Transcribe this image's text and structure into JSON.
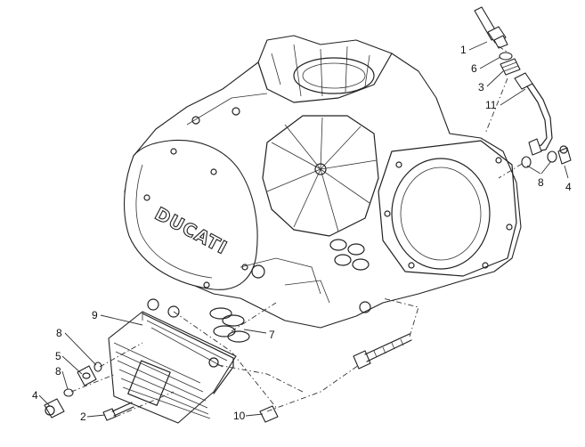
{
  "callouts": [
    {
      "id": "c1",
      "label": "1"
    },
    {
      "id": "c6",
      "label": "6"
    },
    {
      "id": "c3",
      "label": "3"
    },
    {
      "id": "c11",
      "label": "11"
    },
    {
      "id": "c8a",
      "label": "8"
    },
    {
      "id": "c4a",
      "label": "4"
    },
    {
      "id": "c7",
      "label": "7"
    },
    {
      "id": "c9",
      "label": "9"
    },
    {
      "id": "c8b",
      "label": "8"
    },
    {
      "id": "c5",
      "label": "5"
    },
    {
      "id": "c8c",
      "label": "8"
    },
    {
      "id": "c4b",
      "label": "4"
    },
    {
      "id": "c2",
      "label": "2"
    },
    {
      "id": "c10",
      "label": "10"
    }
  ],
  "logo_text": "DUCATI"
}
